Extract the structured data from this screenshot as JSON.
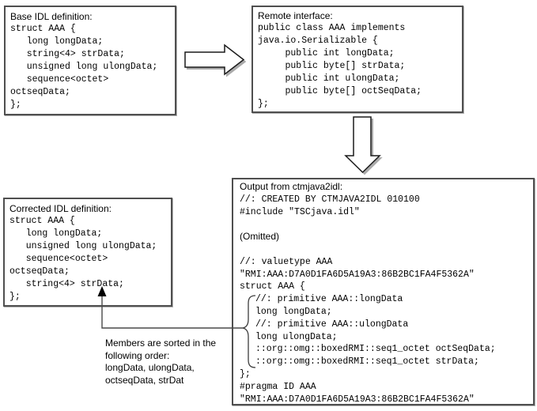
{
  "colors": {
    "background": "#ffffff",
    "text": "#000000",
    "box_border": "#4f4f4f",
    "arrow_outline": "#1a1a1a",
    "arrow_shadow": "#ababab"
  },
  "boxes": {
    "base_idl": {
      "label": "Base IDL definition:",
      "code": "struct AAA {\n   long longData;\n   string<4> strData;\n   unsigned long ulongData;\n   sequence<octet>\noctseqData;\n};"
    },
    "remote_interface": {
      "label": "Remote interface:",
      "code": "public class AAA implements\njava.io.Serializable {\n     public int longData;\n     public byte[] strData;\n     public int ulongData;\n     public byte[] octSeqData;\n};"
    },
    "corrected_idl": {
      "label": "Corrected IDL definition:",
      "code": "struct AAA {\n   long longData;\n   unsigned long ulongData;\n   sequence<octet>\noctseqData;\n   string<4> strData;\n};"
    },
    "ctmjava2idl_output": {
      "label": "Output from ctmjava2idl:",
      "code_header": "//: CREATED BY CTMJAVA2IDL 010100\n#include \"TSCjava.idl\"",
      "omitted_note": "(Omitted)",
      "code_valuetype": "//: valuetype AAA\n\"RMI:AAA:D7A0D1FA6D5A19A3:86B2BC1FA4F5362A\"\nstruct AAA {",
      "code_members": "//: primitive AAA::longData\nlong longData;\n//: primitive AAA::ulongData\nlong ulongData;\n::org::omg::boxedRMI::seq1_octet octSeqData;\n::org::omg::boxedRMI::seq1_octet strData;",
      "code_footer": "};\n#pragma ID AAA\n\"RMI:AAA:D7A0D1FA6D5A19A3:86B2BC1FA4F5362A\""
    }
  },
  "annotation": {
    "text": "Members are sorted in the\nfollowing order:\nlongData, ulongData,\noctseqData, strDat"
  },
  "icons": {
    "flow_arrow_right": "block-arrow-right",
    "flow_arrow_down": "block-arrow-down",
    "sort_order_arrow": "thin-arrow-up",
    "member_group_brace": "curly-brace-left"
  }
}
